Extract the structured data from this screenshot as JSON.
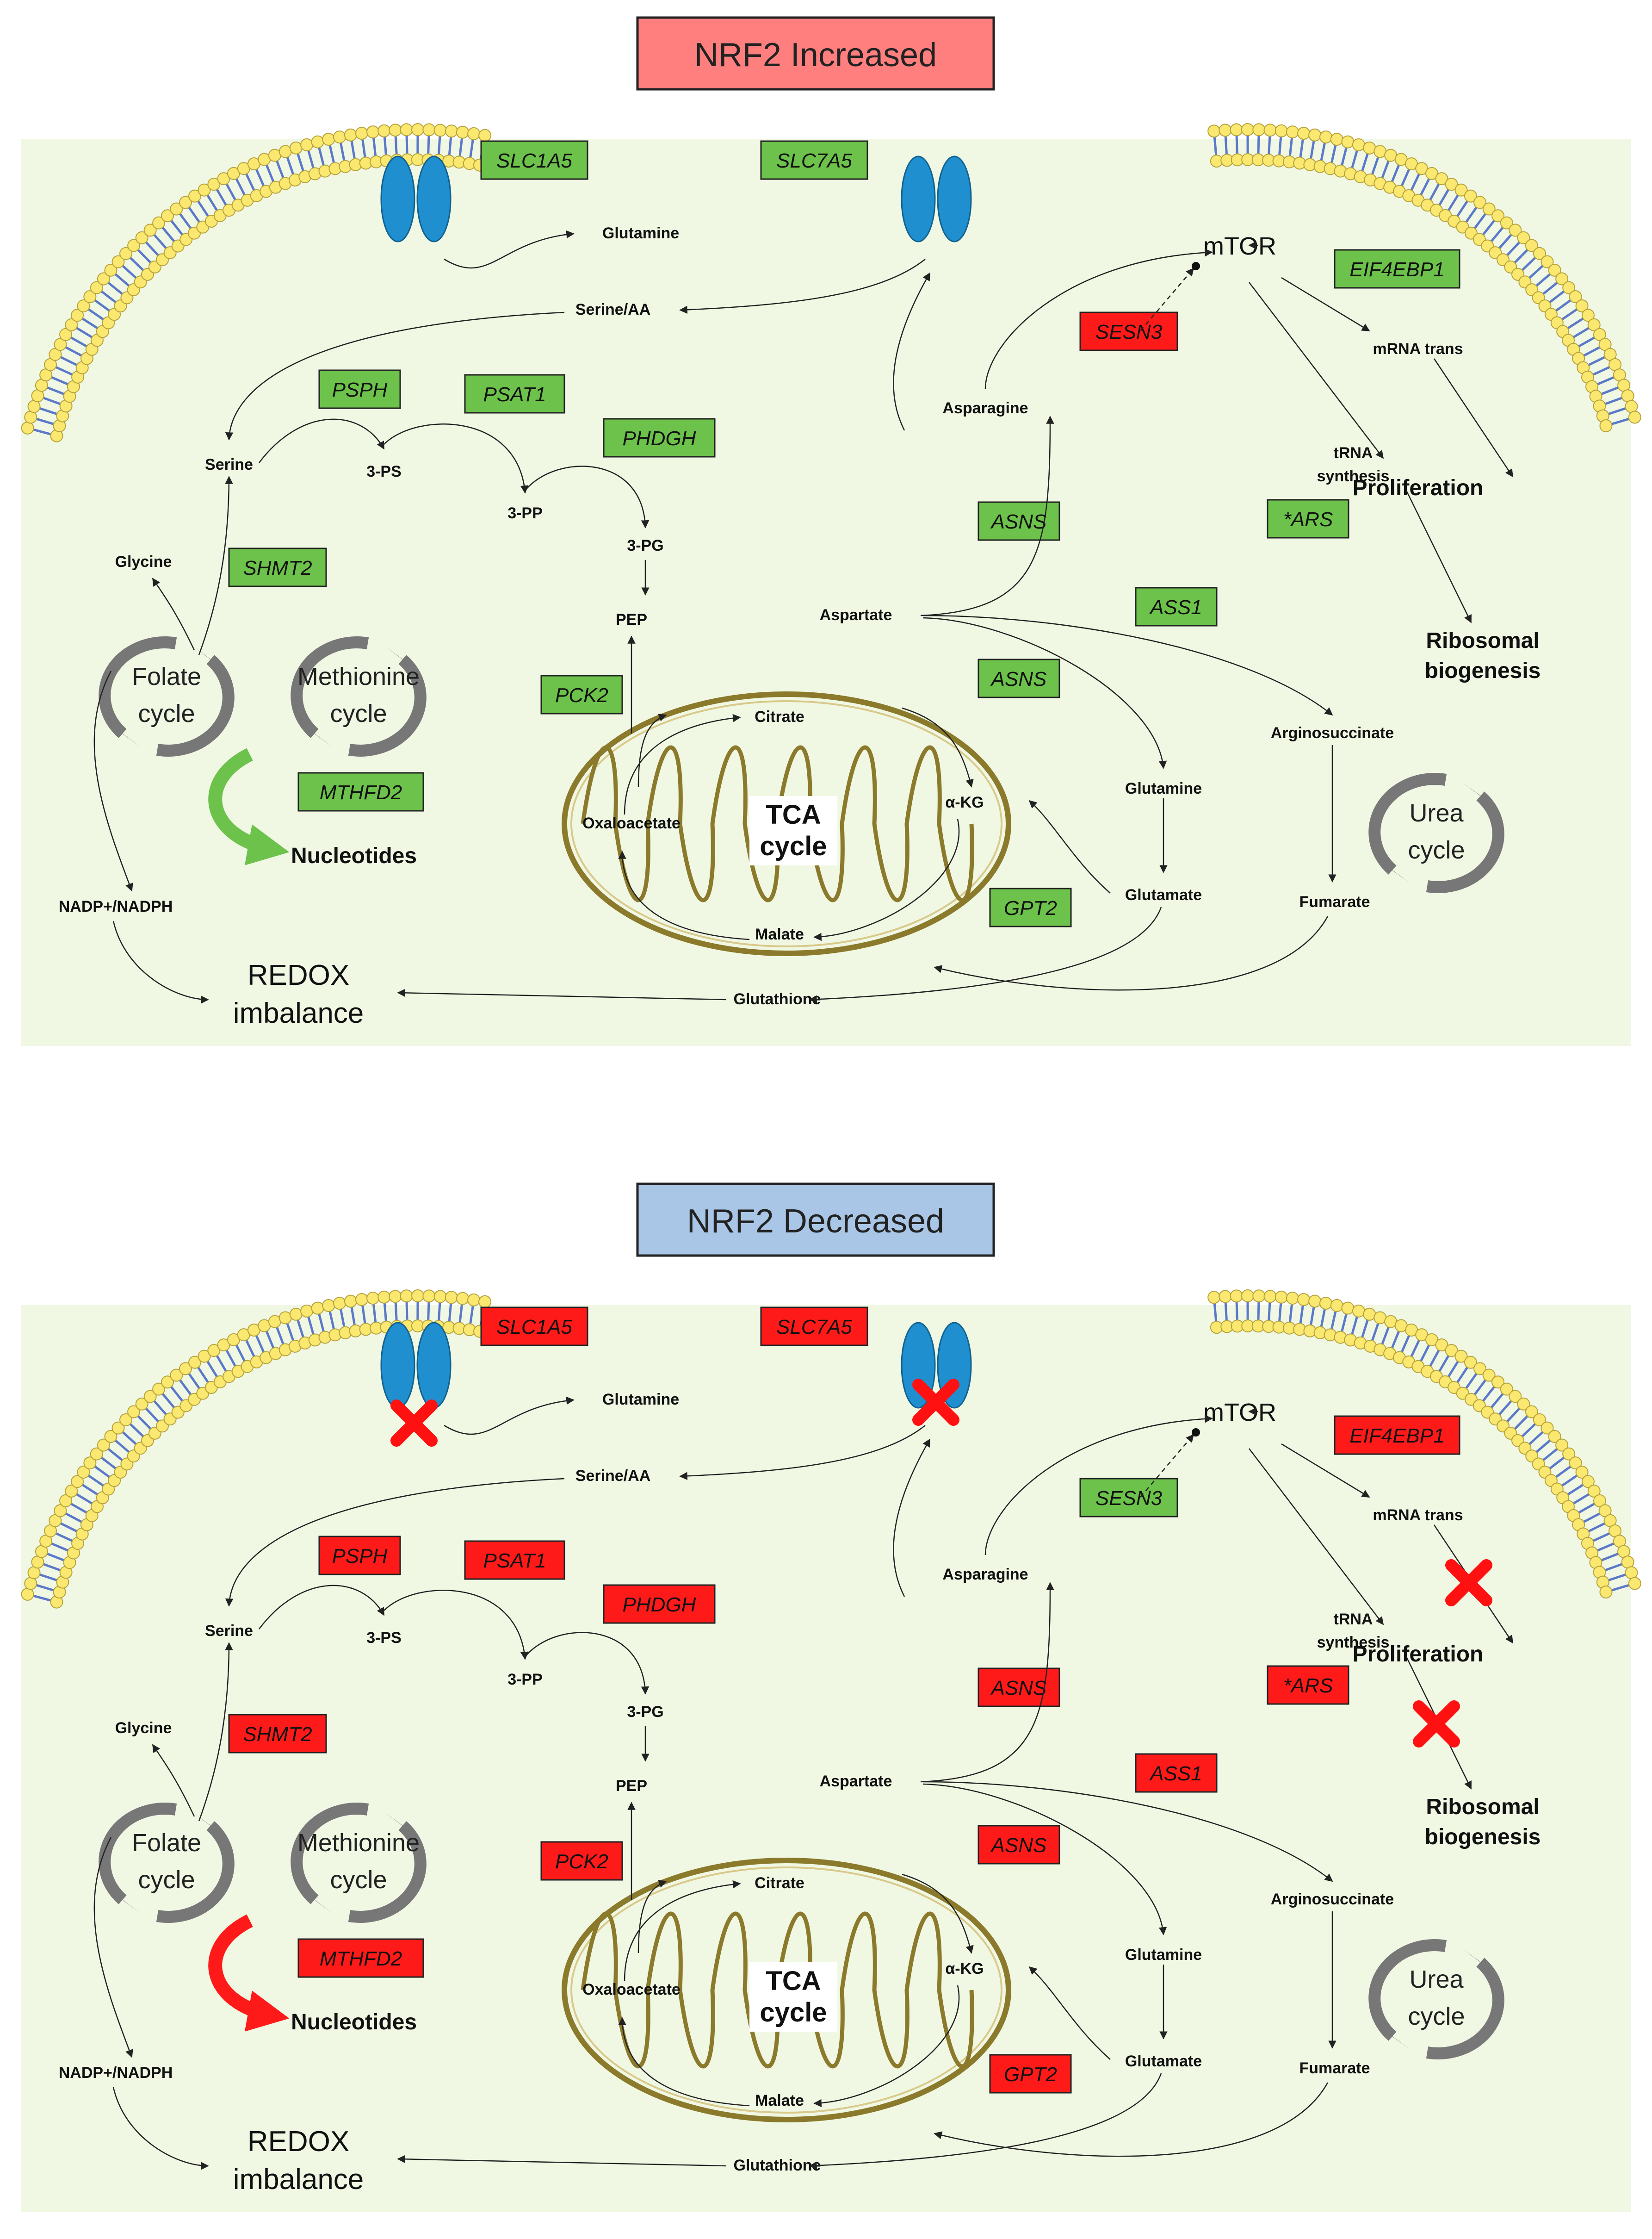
{
  "colors": {
    "up": "#6cc24a",
    "down": "#ff1a1a",
    "cell": "#f0f8e4",
    "title_up": "#ff7f7f",
    "title_down": "#aac6e6",
    "transporter": "#1f8fd0",
    "mito": "#8b7a2b"
  },
  "panels": [
    {
      "title": "NRF2 Increased",
      "state": "up",
      "genes": {
        "SLC1A5": "SLC1A5",
        "SLC7A5": "SLC7A5",
        "EIF4EBP1": "EIF4EBP1",
        "SESN3": "SESN3",
        "PSPH": "PSPH",
        "PSAT1": "PSAT1",
        "PHDGH": "PHDGH",
        "SHMT2": "SHMT2",
        "ASNS1": "ASNS",
        "ARS": "*ARS",
        "ASS1": "ASS1",
        "PCK2": "PCK2",
        "ASNS2": "ASNS",
        "MTHFD2": "MTHFD2",
        "GPT2": "GPT2"
      },
      "gene_colors": {
        "SLC1A5": "up",
        "SLC7A5": "up",
        "EIF4EBP1": "up",
        "SESN3": "down",
        "PSPH": "up",
        "PSAT1": "up",
        "PHDGH": "up",
        "SHMT2": "up",
        "ASNS1": "up",
        "ARS": "up",
        "ASS1": "up",
        "PCK2": "up",
        "ASNS2": "up",
        "MTHFD2": "up",
        "GPT2": "up"
      },
      "metabolites": {
        "glutamine_top": "Glutamine",
        "serine_aa": "Serine/AA",
        "mtor": "mTOR",
        "mrna_trans": "mRNA trans",
        "asparagine": "Asparagine",
        "serine": "Serine",
        "ps3": "3-PS",
        "pp3": "3-PP",
        "pg3": "3-PG",
        "trna1": "tRNA",
        "trna2": "synthesis",
        "proliferation": "Proliferation",
        "glycine": "Glycine",
        "pep": "PEP",
        "aspartate": "Aspartate",
        "ribo1": "Ribosomal",
        "ribo2": "biogenesis",
        "folate1": "Folate",
        "folate2": "cycle",
        "meth1": "Methionine",
        "meth2": "cycle",
        "citrate": "Citrate",
        "arginosuccinate": "Arginosuccinate",
        "nucleotides": "Nucleotides",
        "oxaloacetate": "Oxaloacetate",
        "tca1": "TCA",
        "tca2": "cycle",
        "akg": "α-KG",
        "glutamine_mid": "Glutamine",
        "urea1": "Urea",
        "urea2": "cycle",
        "nadp": "NADP+/NADPH",
        "glutamate": "Glutamate",
        "fumarate": "Fumarate",
        "malate": "Malate",
        "redox1": "REDOX",
        "redox2": "imbalance",
        "glutathione": "Glutathione"
      }
    },
    {
      "title": "NRF2 Decreased",
      "state": "down",
      "genes": {
        "SLC1A5": "SLC1A5",
        "SLC7A5": "SLC7A5",
        "EIF4EBP1": "EIF4EBP1",
        "SESN3": "SESN3",
        "PSPH": "PSPH",
        "PSAT1": "PSAT1",
        "PHDGH": "PHDGH",
        "SHMT2": "SHMT2",
        "ASNS1": "ASNS",
        "ARS": "*ARS",
        "ASS1": "ASS1",
        "PCK2": "PCK2",
        "ASNS2": "ASNS",
        "MTHFD2": "MTHFD2",
        "GPT2": "GPT2"
      },
      "gene_colors": {
        "SLC1A5": "down",
        "SLC7A5": "down",
        "EIF4EBP1": "down",
        "SESN3": "up",
        "PSPH": "down",
        "PSAT1": "down",
        "PHDGH": "down",
        "SHMT2": "down",
        "ASNS1": "down",
        "ARS": "down",
        "ASS1": "down",
        "PCK2": "down",
        "ASNS2": "down",
        "MTHFD2": "down",
        "GPT2": "down"
      },
      "metabolites": {
        "glutamine_top": "Glutamine",
        "serine_aa": "Serine/AA",
        "mtor": "mTOR",
        "mrna_trans": "mRNA trans",
        "asparagine": "Asparagine",
        "serine": "Serine",
        "ps3": "3-PS",
        "pp3": "3-PP",
        "pg3": "3-PG",
        "trna1": "tRNA",
        "trna2": "synthesis",
        "proliferation": "Proliferation",
        "glycine": "Glycine",
        "pep": "PEP",
        "aspartate": "Aspartate",
        "ribo1": "Ribosomal",
        "ribo2": "biogenesis",
        "folate1": "Folate",
        "folate2": "cycle",
        "meth1": "Methionine",
        "meth2": "cycle",
        "citrate": "Citrate",
        "arginosuccinate": "Arginosuccinate",
        "nucleotides": "Nucleotides",
        "oxaloacetate": "Oxaloacetate",
        "tca1": "TCA",
        "tca2": "cycle",
        "akg": "α-KG",
        "glutamine_mid": "Glutamine",
        "urea1": "Urea",
        "urea2": "cycle",
        "nadp": "NADP+/NADPH",
        "glutamate": "Glutamate",
        "fumarate": "Fumarate",
        "malate": "Malate",
        "redox1": "REDOX",
        "redox2": "imbalance",
        "glutathione": "Glutathione"
      }
    }
  ]
}
